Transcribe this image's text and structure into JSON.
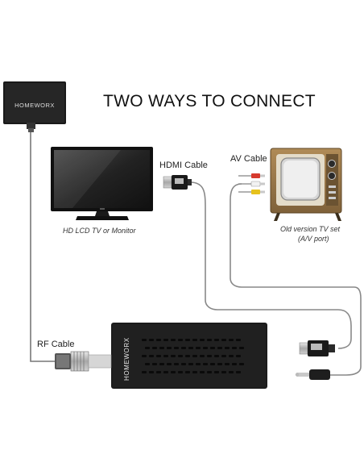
{
  "title": "TWO WAYS TO CONNECT",
  "antenna": {
    "brand": "HOMEWORX"
  },
  "stick": {
    "brand": "HOMEWORX"
  },
  "labels": {
    "hdmi_cable": "HDMI Cable",
    "av_cable": "AV Cable",
    "rf_cable": "RF Cable"
  },
  "captions": {
    "hd_tv": "HD LCD TV or Monitor",
    "old_tv_line1": "Old version TV set",
    "old_tv_line2": "(A/V port)"
  },
  "colors": {
    "device_black": "#1c1c1c",
    "cable_gray": "#888888",
    "tv_wood": "#9a7a4c",
    "av_red": "#d63a2e",
    "av_yellow": "#e6c21d",
    "av_white": "#f2f2f2"
  }
}
